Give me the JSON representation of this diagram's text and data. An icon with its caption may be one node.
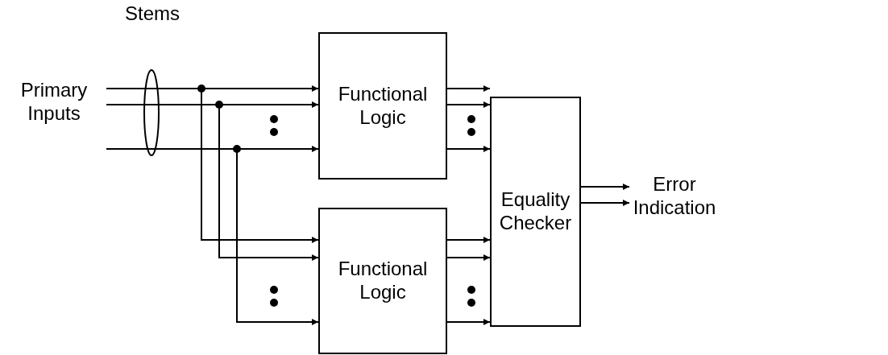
{
  "diagram": {
    "nodes": [
      {
        "text": [
          "Primary Inputs"
        ]
      },
      {
        "text": [
          "Functional Logic"
        ]
      },
      {
        "text": [
          "Functional Logic"
        ]
      },
      {
        "text": [
          "Equality Checker"
        ]
      },
      {
        "text": [
          "Error Indication"
        ]
      }
    ],
    "edges": [
      {
        "from": 0,
        "to": 1,
        "arrow": "to"
      },
      {
        "from": 0,
        "to": 1,
        "arrow": "to"
      },
      {
        "from": 0,
        "to": 1,
        "arrow": "to"
      },
      {
        "from": 0,
        "to": 2,
        "arrow": "to"
      },
      {
        "from": 0,
        "to": 2,
        "arrow": "to"
      },
      {
        "from": 0,
        "to": 2,
        "arrow": "to"
      },
      {
        "from": 1,
        "to": 3,
        "arrow": "to"
      },
      {
        "from": 1,
        "to": 3,
        "arrow": "to"
      },
      {
        "from": 1,
        "to": 3,
        "arrow": "to"
      },
      {
        "from": 2,
        "to": 3,
        "arrow": "to"
      },
      {
        "from": 2,
        "to": 3,
        "arrow": "to"
      },
      {
        "from": 2,
        "to": 3,
        "arrow": "to"
      },
      {
        "from": 3,
        "to": 4,
        "arrow": "to"
      },
      {
        "from": 3,
        "to": 4,
        "arrow": "to"
      }
    ],
    "labels": [
      "Stems"
    ]
  }
}
